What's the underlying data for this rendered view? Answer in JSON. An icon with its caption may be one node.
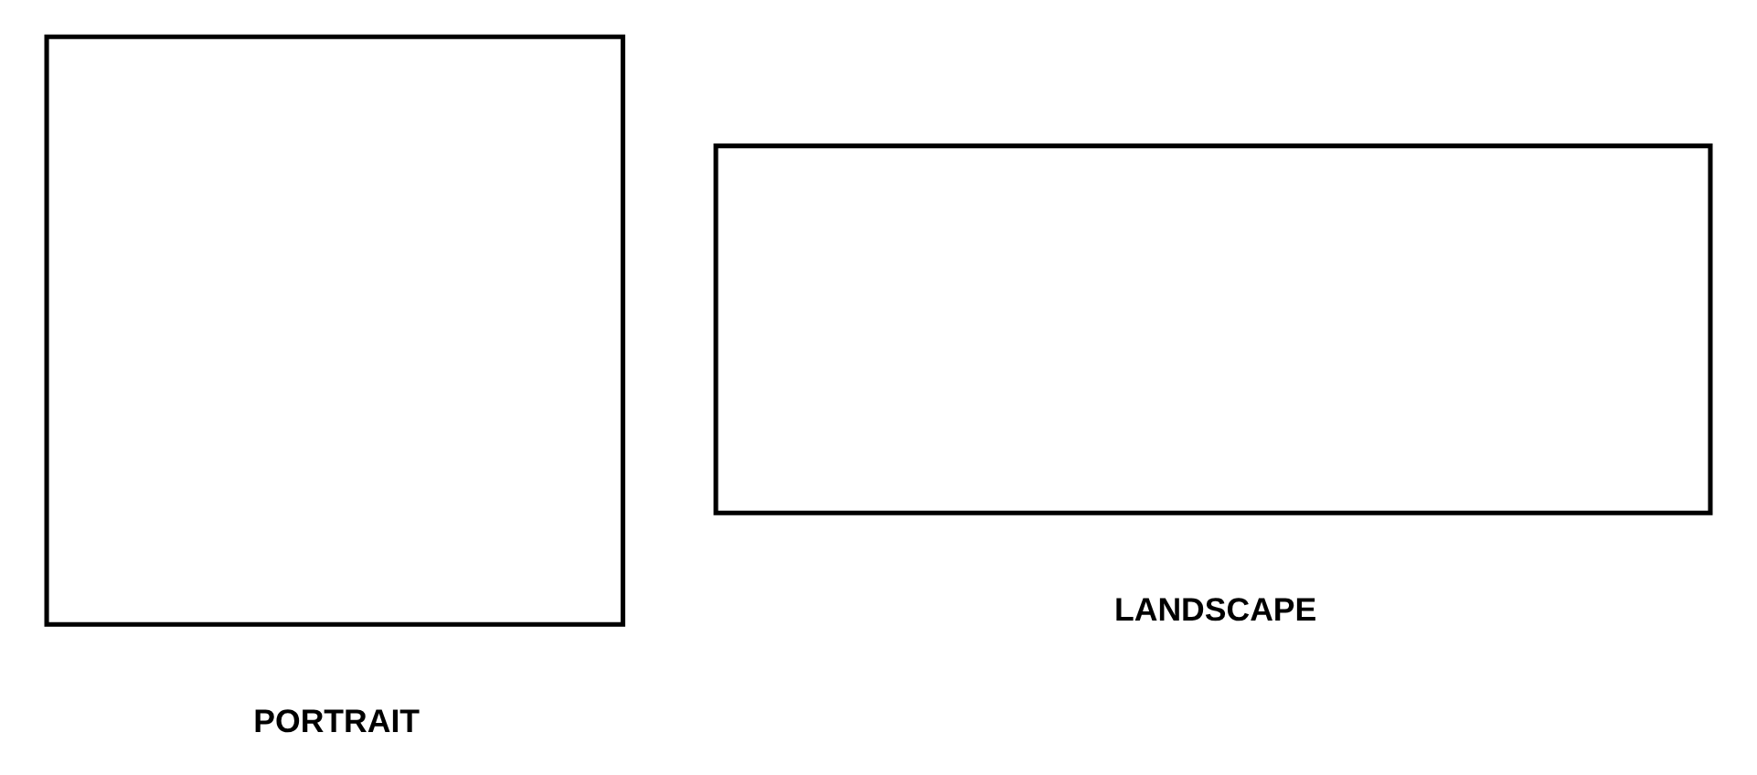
{
  "diagram": {
    "nodes": [
      {
        "text": [],
        "shape": "box",
        "beside": [
          "PORTRAIT"
        ]
      },
      {
        "text": [],
        "shape": "box",
        "beside": [
          "LANDSCAPE"
        ]
      }
    ]
  }
}
